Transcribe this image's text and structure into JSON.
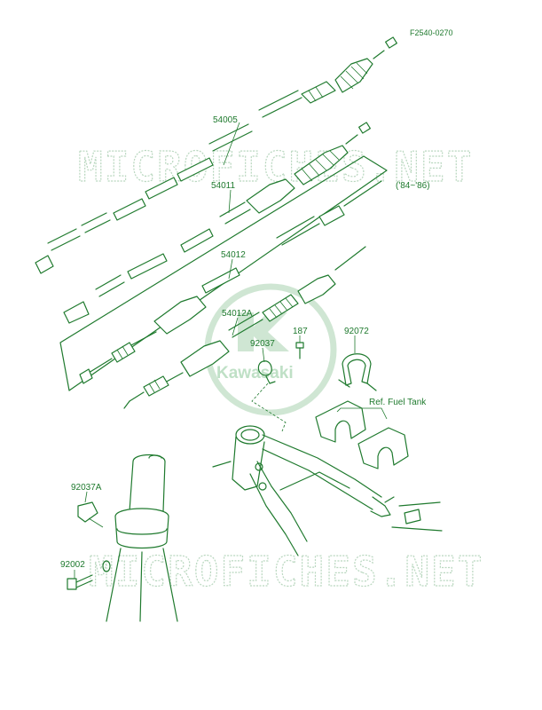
{
  "figure_code": "F2540-0270",
  "watermark_text": "MICROFICHES.NET",
  "logo_text": "Kawasaki",
  "year_range": "('84~'86)",
  "parts": {
    "p54005": "54005",
    "p54011": "54011",
    "p54012": "54012",
    "p54012A": "54012A",
    "p92037": "92037",
    "p187": "187",
    "p92072": "92072",
    "p92037A": "92037A",
    "p92002": "92002"
  },
  "ref_fuel_tank": "Ref. Fuel Tank",
  "colors": {
    "line": "#1f7a2e",
    "watermark": "#b9d7bf",
    "logo": "#cfe6d3"
  }
}
